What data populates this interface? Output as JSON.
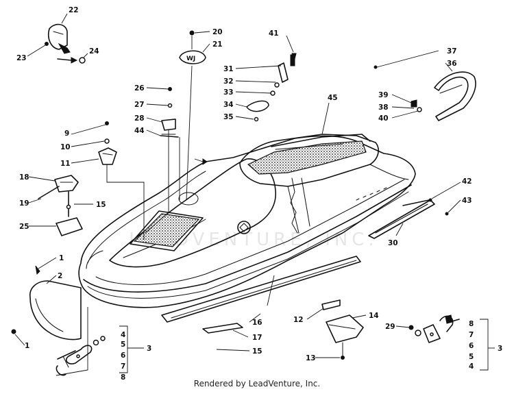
{
  "footer": {
    "credit": "Rendered by LeadVenture, Inc."
  },
  "watermark": {
    "text": "LEADVENTURE, INC."
  },
  "callouts": [
    {
      "n": "1"
    },
    {
      "n": "1"
    },
    {
      "n": "2"
    },
    {
      "n": "3"
    },
    {
      "n": "3"
    },
    {
      "n": "4"
    },
    {
      "n": "4"
    },
    {
      "n": "5"
    },
    {
      "n": "5"
    },
    {
      "n": "6"
    },
    {
      "n": "6"
    },
    {
      "n": "7"
    },
    {
      "n": "7"
    },
    {
      "n": "8"
    },
    {
      "n": "8"
    },
    {
      "n": "9"
    },
    {
      "n": "10"
    },
    {
      "n": "11"
    },
    {
      "n": "12"
    },
    {
      "n": "13"
    },
    {
      "n": "14"
    },
    {
      "n": "15"
    },
    {
      "n": "15"
    },
    {
      "n": "16"
    },
    {
      "n": "17"
    },
    {
      "n": "18"
    },
    {
      "n": "19"
    },
    {
      "n": "20"
    },
    {
      "n": "21"
    },
    {
      "n": "22"
    },
    {
      "n": "23"
    },
    {
      "n": "24"
    },
    {
      "n": "25"
    },
    {
      "n": "26"
    },
    {
      "n": "27"
    },
    {
      "n": "28"
    },
    {
      "n": "29"
    },
    {
      "n": "30"
    },
    {
      "n": "31"
    },
    {
      "n": "32"
    },
    {
      "n": "33"
    },
    {
      "n": "34"
    },
    {
      "n": "35"
    },
    {
      "n": "36"
    },
    {
      "n": "37"
    },
    {
      "n": "38"
    },
    {
      "n": "39"
    },
    {
      "n": "40"
    },
    {
      "n": "41"
    },
    {
      "n": "42"
    },
    {
      "n": "43"
    },
    {
      "n": "44"
    },
    {
      "n": "45"
    }
  ]
}
